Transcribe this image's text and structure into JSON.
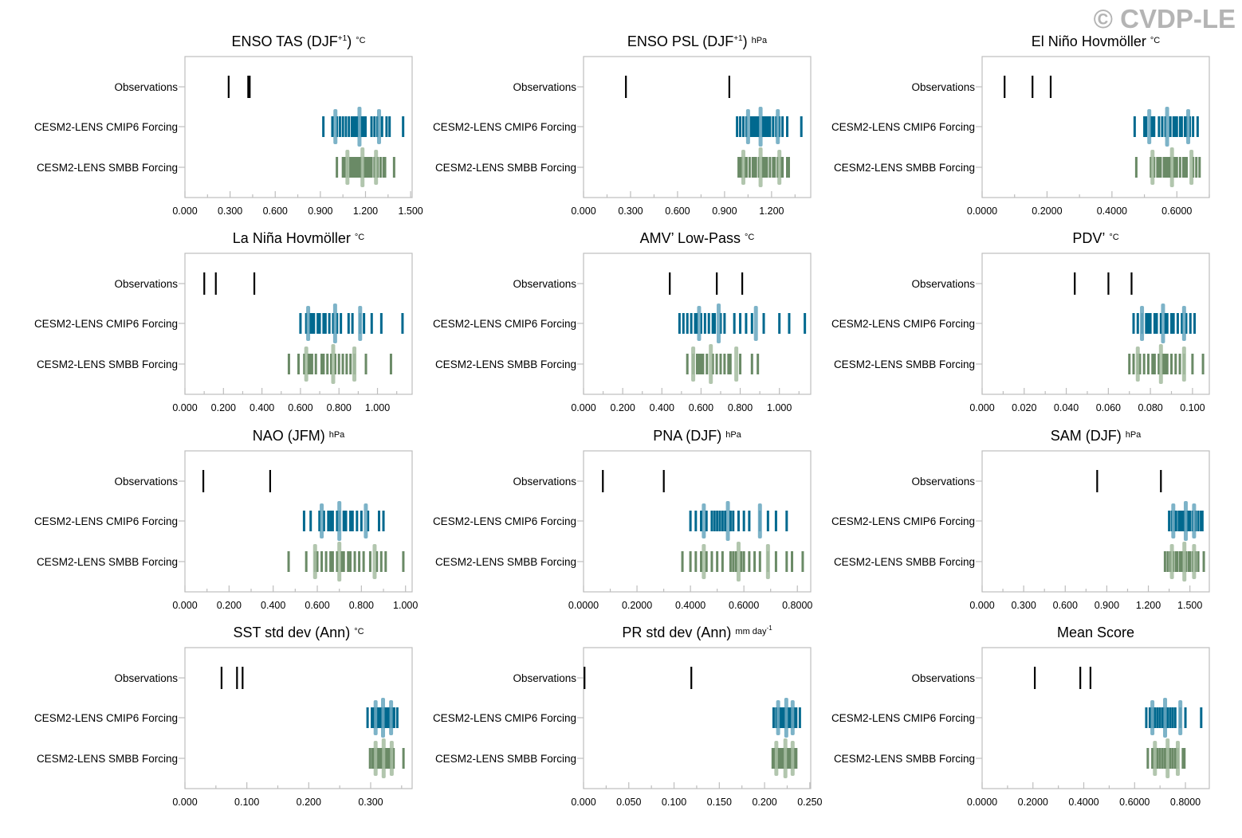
{
  "watermark": "© CVDP-LE",
  "colors": {
    "obs": "#000000",
    "cmip6": "#00698f",
    "cmip6_light": "#7db3c8",
    "smbb": "#6a8a66",
    "smbb_light": "#b2c6ae",
    "frame": "#bdbdbd"
  },
  "row_labels": [
    "Observations",
    "CESM2-LENS CMIP6 Forcing",
    "CESM2-LENS SMBB Forcing"
  ],
  "chart_data": [
    {
      "type": "scatter",
      "title": "ENSO TAS (DJF",
      "title_sup": "+1",
      "title_tail": ")",
      "units": "°C",
      "units_sup": "",
      "xlim": [
        0,
        1.51
      ],
      "ticks": [
        0,
        0.3,
        0.6,
        0.9,
        1.2,
        1.5
      ],
      "tick_labels": [
        "0.000",
        "0.300",
        "0.600",
        "0.900",
        "1.200",
        "1.500"
      ],
      "observations": [
        0.29,
        0.42,
        0.43
      ],
      "series": [
        {
          "name": "CESM2-LENS CMIP6 Forcing",
          "members": [
            0.92,
            0.98,
            1.01,
            1.03,
            1.05,
            1.07,
            1.09,
            1.11,
            1.12,
            1.13,
            1.14,
            1.15,
            1.17,
            1.18,
            1.19,
            1.2,
            1.24,
            1.26,
            1.28,
            1.31,
            1.34,
            1.36,
            1.45
          ],
          "highlights": [
            1.0,
            1.16,
            1.29
          ]
        },
        {
          "name": "CESM2-LENS SMBB Forcing",
          "members": [
            1.01,
            1.05,
            1.06,
            1.08,
            1.1,
            1.11,
            1.12,
            1.13,
            1.14,
            1.15,
            1.16,
            1.17,
            1.19,
            1.2,
            1.21,
            1.22,
            1.23,
            1.24,
            1.26,
            1.28,
            1.3,
            1.32,
            1.33,
            1.39
          ],
          "highlights": [
            1.08,
            1.18,
            1.27
          ]
        }
      ]
    },
    {
      "type": "scatter",
      "title": "ENSO PSL (DJF",
      "title_sup": "+1",
      "title_tail": ")",
      "units": "hPa",
      "units_sup": "",
      "xlim": [
        0,
        1.45
      ],
      "ticks": [
        0,
        0.3,
        0.6,
        0.9,
        1.2
      ],
      "tick_labels": [
        "0.000",
        "0.300",
        "0.600",
        "0.900",
        "1.200"
      ],
      "observations": [
        0.27,
        0.93
      ],
      "series": [
        {
          "name": "CESM2-LENS CMIP6 Forcing",
          "members": [
            0.98,
            1.0,
            1.02,
            1.04,
            1.07,
            1.08,
            1.09,
            1.1,
            1.11,
            1.12,
            1.14,
            1.15,
            1.16,
            1.17,
            1.18,
            1.19,
            1.21,
            1.23,
            1.25,
            1.27,
            1.3,
            1.39
          ],
          "highlights": [
            1.05,
            1.13,
            1.24
          ]
        },
        {
          "name": "CESM2-LENS SMBB Forcing",
          "members": [
            0.99,
            1.0,
            1.01,
            1.03,
            1.04,
            1.06,
            1.08,
            1.09,
            1.1,
            1.12,
            1.14,
            1.15,
            1.16,
            1.17,
            1.19,
            1.21,
            1.22,
            1.24,
            1.26,
            1.27,
            1.3,
            1.31
          ],
          "highlights": [
            1.02,
            1.13,
            1.25
          ]
        }
      ]
    },
    {
      "type": "scatter",
      "title": "El Niño Hovmöller",
      "title_sup": "",
      "title_tail": "",
      "units": "°C",
      "units_sup": "",
      "xlim": [
        0,
        0.7
      ],
      "ticks": [
        0,
        0.2,
        0.4,
        0.6
      ],
      "tick_labels": [
        "0.0000",
        "0.2000",
        "0.4000",
        "0.6000"
      ],
      "observations": [
        0.069,
        0.155,
        0.211
      ],
      "series": [
        {
          "name": "CESM2-LENS CMIP6 Forcing",
          "members": [
            0.47,
            0.5,
            0.505,
            0.52,
            0.525,
            0.53,
            0.545,
            0.555,
            0.565,
            0.58,
            0.59,
            0.595,
            0.6,
            0.61,
            0.615,
            0.625,
            0.63,
            0.64,
            0.65,
            0.664
          ],
          "highlights": [
            0.515,
            0.57,
            0.635
          ]
        },
        {
          "name": "CESM2-LENS SMBB Forcing",
          "members": [
            0.475,
            0.52,
            0.53,
            0.54,
            0.545,
            0.55,
            0.56,
            0.565,
            0.57,
            0.575,
            0.58,
            0.59,
            0.595,
            0.6,
            0.61,
            0.62,
            0.625,
            0.63,
            0.65,
            0.66,
            0.67
          ],
          "highlights": [
            0.525,
            0.585,
            0.645
          ]
        }
      ]
    },
    {
      "type": "scatter",
      "title": "La Niña Hovmöller",
      "title_sup": "",
      "title_tail": "",
      "units": "°C",
      "units_sup": "",
      "xlim": [
        0,
        1.18
      ],
      "ticks": [
        0,
        0.2,
        0.4,
        0.6,
        0.8,
        1.0
      ],
      "tick_labels": [
        "0.000",
        "0.200",
        "0.400",
        "0.600",
        "0.800",
        "1.000"
      ],
      "observations": [
        0.1,
        0.16,
        0.36
      ],
      "series": [
        {
          "name": "CESM2-LENS CMIP6 Forcing",
          "members": [
            0.6,
            0.63,
            0.65,
            0.66,
            0.67,
            0.69,
            0.7,
            0.72,
            0.73,
            0.75,
            0.77,
            0.79,
            0.81,
            0.85,
            0.87,
            0.91,
            0.93,
            0.97,
            1.02,
            1.13
          ],
          "highlights": [
            0.64,
            0.78,
            0.91
          ]
        },
        {
          "name": "CESM2-LENS SMBB Forcing",
          "members": [
            0.54,
            0.59,
            0.62,
            0.64,
            0.65,
            0.66,
            0.68,
            0.71,
            0.72,
            0.74,
            0.76,
            0.78,
            0.8,
            0.82,
            0.84,
            0.86,
            0.88,
            0.94,
            1.07
          ],
          "highlights": [
            0.63,
            0.77,
            0.88
          ]
        }
      ]
    },
    {
      "type": "scatter",
      "title": "AMV’ Low-Pass",
      "title_sup": "",
      "title_tail": "",
      "units": "°C",
      "units_sup": "",
      "xlim": [
        0,
        1.16
      ],
      "ticks": [
        0,
        0.2,
        0.4,
        0.6,
        0.8,
        1.0
      ],
      "tick_labels": [
        "0.000",
        "0.200",
        "0.400",
        "0.600",
        "0.800",
        "1.000"
      ],
      "observations": [
        0.44,
        0.68,
        0.81
      ],
      "series": [
        {
          "name": "CESM2-LENS CMIP6 Forcing",
          "members": [
            0.49,
            0.51,
            0.53,
            0.55,
            0.57,
            0.58,
            0.6,
            0.62,
            0.64,
            0.66,
            0.67,
            0.7,
            0.72,
            0.77,
            0.8,
            0.83,
            0.86,
            0.92,
            1.0,
            1.05,
            1.13
          ],
          "highlights": [
            0.59,
            0.69,
            0.88
          ]
        },
        {
          "name": "CESM2-LENS SMBB Forcing",
          "members": [
            0.53,
            0.56,
            0.58,
            0.59,
            0.6,
            0.61,
            0.63,
            0.66,
            0.68,
            0.7,
            0.72,
            0.74,
            0.75,
            0.8,
            0.86,
            0.89
          ],
          "highlights": [
            0.56,
            0.65,
            0.78
          ]
        }
      ]
    },
    {
      "type": "scatter",
      "title": "PDV’",
      "title_sup": "",
      "title_tail": "",
      "units": "°C",
      "units_sup": "",
      "xlim": [
        0,
        0.108
      ],
      "ticks": [
        0,
        0.02,
        0.04,
        0.06,
        0.08,
        0.1
      ],
      "tick_labels": [
        "0.000",
        "0.020",
        "0.040",
        "0.060",
        "0.080",
        "0.100"
      ],
      "observations": [
        0.044,
        0.06,
        0.071
      ],
      "series": [
        {
          "name": "CESM2-LENS CMIP6 Forcing",
          "members": [
            0.072,
            0.074,
            0.076,
            0.078,
            0.079,
            0.08,
            0.082,
            0.083,
            0.085,
            0.087,
            0.088,
            0.09,
            0.091,
            0.093,
            0.095,
            0.097,
            0.099,
            0.101
          ],
          "highlights": [
            0.076,
            0.086,
            0.096
          ]
        },
        {
          "name": "CESM2-LENS SMBB Forcing",
          "members": [
            0.07,
            0.072,
            0.074,
            0.075,
            0.077,
            0.079,
            0.081,
            0.082,
            0.084,
            0.086,
            0.087,
            0.088,
            0.09,
            0.092,
            0.094,
            0.096,
            0.1,
            0.105
          ],
          "highlights": [
            0.074,
            0.085,
            0.096
          ]
        }
      ]
    },
    {
      "type": "scatter",
      "title": "NAO (JFM)",
      "title_sup": "",
      "title_tail": "",
      "units": "hPa",
      "units_sup": "",
      "xlim": [
        0,
        1.03
      ],
      "ticks": [
        0,
        0.2,
        0.4,
        0.6,
        0.8,
        1.0
      ],
      "tick_labels": [
        "0.000",
        "0.200",
        "0.400",
        "0.600",
        "0.800",
        "1.000"
      ],
      "observations": [
        0.083,
        0.386
      ],
      "series": [
        {
          "name": "CESM2-LENS CMIP6 Forcing",
          "members": [
            0.54,
            0.57,
            0.61,
            0.63,
            0.65,
            0.66,
            0.67,
            0.69,
            0.7,
            0.72,
            0.73,
            0.75,
            0.76,
            0.78,
            0.8,
            0.83,
            0.88,
            0.9
          ],
          "highlights": [
            0.62,
            0.7,
            0.82
          ]
        },
        {
          "name": "CESM2-LENS SMBB Forcing",
          "members": [
            0.47,
            0.55,
            0.59,
            0.6,
            0.62,
            0.64,
            0.66,
            0.67,
            0.69,
            0.71,
            0.72,
            0.74,
            0.75,
            0.77,
            0.79,
            0.81,
            0.84,
            0.87,
            0.89,
            0.91,
            0.99
          ],
          "highlights": [
            0.59,
            0.7,
            0.86
          ]
        }
      ]
    },
    {
      "type": "scatter",
      "title": "PNA (DJF)",
      "title_sup": "",
      "title_tail": "",
      "units": "hPa",
      "units_sup": "",
      "xlim": [
        0,
        0.85
      ],
      "ticks": [
        0,
        0.2,
        0.4,
        0.6,
        0.8
      ],
      "tick_labels": [
        "0.0000",
        "0.2000",
        "0.4000",
        "0.6000",
        "0.8000"
      ],
      "observations": [
        0.072,
        0.3
      ],
      "series": [
        {
          "name": "CESM2-LENS CMIP6 Forcing",
          "members": [
            0.4,
            0.42,
            0.44,
            0.46,
            0.48,
            0.49,
            0.5,
            0.51,
            0.52,
            0.53,
            0.55,
            0.56,
            0.58,
            0.6,
            0.62,
            0.66,
            0.69,
            0.72,
            0.76
          ],
          "highlights": [
            0.45,
            0.54,
            0.66
          ]
        },
        {
          "name": "CESM2-LENS SMBB Forcing",
          "members": [
            0.37,
            0.4,
            0.42,
            0.44,
            0.46,
            0.48,
            0.5,
            0.52,
            0.55,
            0.56,
            0.57,
            0.59,
            0.6,
            0.62,
            0.64,
            0.66,
            0.69,
            0.72,
            0.76,
            0.78,
            0.82
          ],
          "highlights": [
            0.45,
            0.58,
            0.69
          ]
        }
      ]
    },
    {
      "type": "scatter",
      "title": "SAM (DJF)",
      "title_sup": "",
      "title_tail": "",
      "units": "hPa",
      "units_sup": "",
      "xlim": [
        0,
        1.64
      ],
      "ticks": [
        0,
        0.3,
        0.6,
        0.9,
        1.2,
        1.5
      ],
      "tick_labels": [
        "0.000",
        "0.300",
        "0.600",
        "0.900",
        "1.200",
        "1.500"
      ],
      "observations": [
        0.83,
        1.29
      ],
      "series": [
        {
          "name": "CESM2-LENS CMIP6 Forcing",
          "members": [
            1.35,
            1.37,
            1.39,
            1.4,
            1.42,
            1.43,
            1.44,
            1.45,
            1.46,
            1.48,
            1.49,
            1.5,
            1.52,
            1.54,
            1.56,
            1.58,
            1.59
          ],
          "highlights": [
            1.38,
            1.47,
            1.53
          ]
        },
        {
          "name": "CESM2-LENS SMBB Forcing",
          "members": [
            1.32,
            1.34,
            1.36,
            1.38,
            1.4,
            1.41,
            1.43,
            1.44,
            1.46,
            1.47,
            1.49,
            1.5,
            1.52,
            1.54,
            1.56,
            1.6
          ],
          "highlights": [
            1.37,
            1.46,
            1.53
          ]
        }
      ]
    },
    {
      "type": "scatter",
      "title": "SST std dev (Ann)",
      "title_sup": "",
      "title_tail": "",
      "units": "°C",
      "units_sup": "",
      "xlim": [
        0,
        0.367
      ],
      "ticks": [
        0,
        0.1,
        0.2,
        0.3
      ],
      "tick_labels": [
        "0.000",
        "0.100",
        "0.200",
        "0.300"
      ],
      "observations": [
        0.059,
        0.084,
        0.093
      ],
      "series": [
        {
          "name": "CESM2-LENS CMIP6 Forcing",
          "members": [
            0.295,
            0.302,
            0.305,
            0.308,
            0.311,
            0.314,
            0.317,
            0.32,
            0.323,
            0.326,
            0.329,
            0.332,
            0.335,
            0.338,
            0.343
          ],
          "highlights": [
            0.308,
            0.32,
            0.333
          ]
        },
        {
          "name": "CESM2-LENS SMBB Forcing",
          "members": [
            0.299,
            0.303,
            0.306,
            0.309,
            0.312,
            0.315,
            0.318,
            0.321,
            0.324,
            0.327,
            0.33,
            0.334,
            0.337,
            0.353
          ],
          "highlights": [
            0.308,
            0.321,
            0.334
          ]
        }
      ]
    },
    {
      "type": "scatter",
      "title": "PR std dev (Ann)",
      "title_sup": "",
      "title_tail": "",
      "units": "mm day",
      "units_sup": "-1",
      "xlim": [
        0,
        0.251
      ],
      "ticks": [
        0,
        0.05,
        0.1,
        0.15,
        0.2,
        0.25
      ],
      "tick_labels": [
        "0.000",
        "0.050",
        "0.100",
        "0.150",
        "0.200",
        "0.250"
      ],
      "observations": [
        0.001,
        0.119
      ],
      "series": [
        {
          "name": "CESM2-LENS CMIP6 Forcing",
          "members": [
            0.21,
            0.213,
            0.215,
            0.217,
            0.219,
            0.221,
            0.223,
            0.225,
            0.227,
            0.229,
            0.231,
            0.233,
            0.235,
            0.239
          ],
          "highlights": [
            0.215,
            0.224,
            0.231
          ]
        },
        {
          "name": "CESM2-LENS SMBB Forcing",
          "members": [
            0.209,
            0.211,
            0.213,
            0.215,
            0.217,
            0.219,
            0.221,
            0.223,
            0.225,
            0.227,
            0.229,
            0.231,
            0.233,
            0.235
          ],
          "highlights": [
            0.213,
            0.223,
            0.231
          ]
        }
      ]
    },
    {
      "type": "scatter",
      "title": "Mean Score",
      "title_sup": "",
      "title_tail": "",
      "units": "",
      "units_sup": "",
      "xlim": [
        0,
        0.894
      ],
      "ticks": [
        0,
        0.2,
        0.4,
        0.6,
        0.8
      ],
      "tick_labels": [
        "0.0000",
        "0.2000",
        "0.4000",
        "0.6000",
        "0.8000"
      ],
      "observations": [
        0.207,
        0.386,
        0.426
      ],
      "series": [
        {
          "name": "CESM2-LENS CMIP6 Forcing",
          "members": [
            0.646,
            0.66,
            0.67,
            0.68,
            0.69,
            0.7,
            0.71,
            0.72,
            0.73,
            0.74,
            0.75,
            0.76,
            0.78,
            0.8,
            0.862
          ],
          "highlights": [
            0.67,
            0.72,
            0.78
          ]
        },
        {
          "name": "CESM2-LENS SMBB Forcing",
          "members": [
            0.652,
            0.67,
            0.68,
            0.69,
            0.7,
            0.71,
            0.72,
            0.73,
            0.74,
            0.75,
            0.76,
            0.77,
            0.79,
            0.796
          ],
          "highlights": [
            0.68,
            0.73,
            0.77
          ]
        }
      ]
    }
  ]
}
